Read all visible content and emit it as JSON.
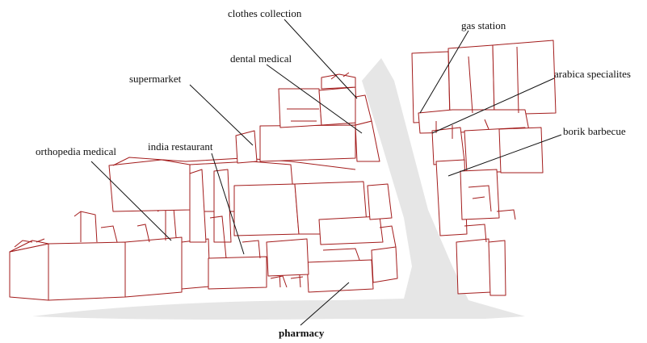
{
  "labels": {
    "clothes_collection": "clothes collection",
    "gas_station": "gas station",
    "dental_medical": "dental medical",
    "supermarket": "supermarket",
    "arabica_specialites": "arabica specialites",
    "borik_barbecue": "borik barbecue",
    "india_restaurant": "india restaurant",
    "orthopedia_medical": "orthopedia medical",
    "pharmacy": "pharmacy"
  },
  "colors": {
    "building_outline": "#a31c1c",
    "road": "#e6e6e6",
    "leader_line": "#111111"
  }
}
